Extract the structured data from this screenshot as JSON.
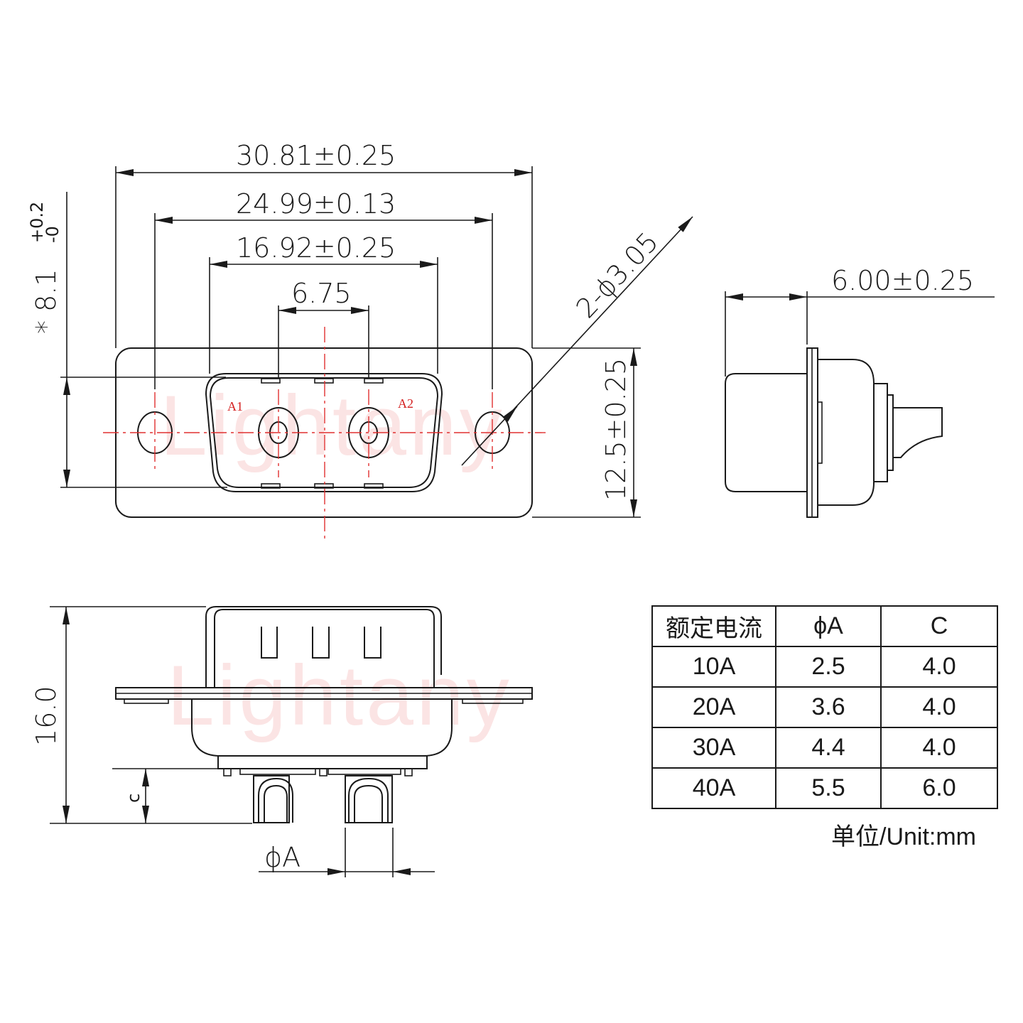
{
  "front_view": {
    "dimensions": {
      "overall_width": "30.81±0.25",
      "mount_hole_pitch": "24.99±0.13",
      "shell_width": "16.92±0.25",
      "pin_pitch": "6.75",
      "mount_holes": "2-ϕ3.05",
      "height": "12.5±0.25",
      "shell_height_prefix": "* 8.1",
      "shell_height_tol_upper": "+0.2",
      "shell_height_tol_lower": "-0"
    },
    "pins": [
      {
        "label": "A1"
      },
      {
        "label": "A2"
      }
    ],
    "watermark": "Lightany"
  },
  "side_view": {
    "dimensions": {
      "depth": "6.00±0.25"
    }
  },
  "bottom_view": {
    "dimensions": {
      "height": "16.0",
      "c_label": "c",
      "a_label": "ϕA"
    },
    "watermark": "Lightany"
  },
  "spec_table": {
    "headers": [
      "额定电流",
      "ϕA",
      "C"
    ],
    "rows": [
      [
        "10A",
        "2.5",
        "4.0"
      ],
      [
        "20A",
        "3.6",
        "4.0"
      ],
      [
        "30A",
        "4.4",
        "4.0"
      ],
      [
        "40A",
        "5.5",
        "6.0"
      ]
    ],
    "unit_note": "单位/Unit:mm"
  }
}
